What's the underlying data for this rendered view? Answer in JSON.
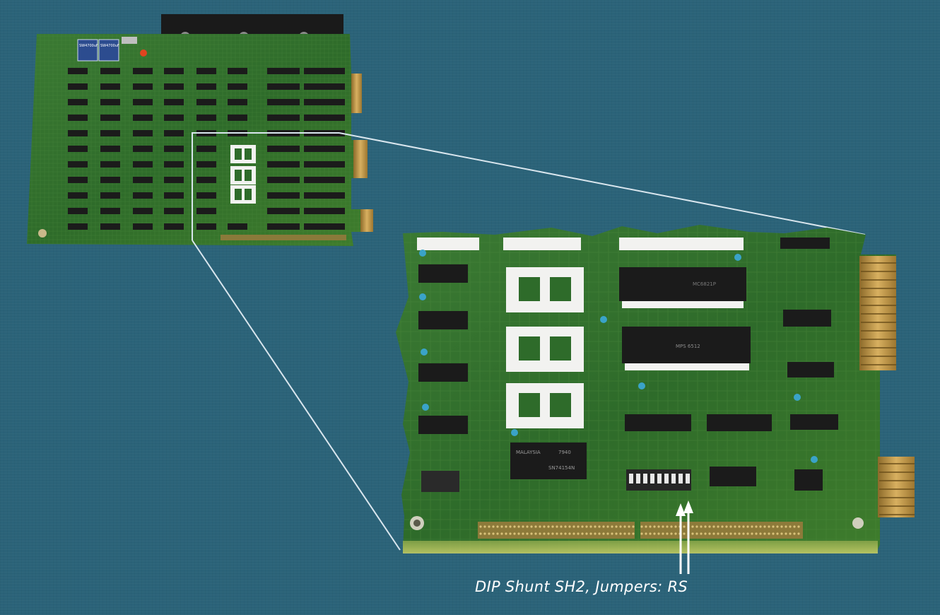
{
  "caption": {
    "text": "DIP Shunt SH2, Jumpers: RS"
  },
  "colors": {
    "background": "#2b6379",
    "board_green": "#2e6b2a",
    "board_dark": "#1f4f1e",
    "ic_black": "#1b1b1b",
    "socket_white": "#f2f2f0",
    "gold_contacts": "#b8903a",
    "heatsink": "#1a1a1a",
    "callout_line": "#d9e6ee",
    "arrow": "#ffffff"
  },
  "board_labels": {
    "cap_left": "SW4700uF",
    "cap_right": "SW4700uF",
    "chip_large_top": "MC6821P",
    "chip_large_bottom": "MPS 6512",
    "chip_bottom": "SN74154N",
    "chip_malaysia": "MALAYSIA",
    "chip_date": "7940"
  }
}
